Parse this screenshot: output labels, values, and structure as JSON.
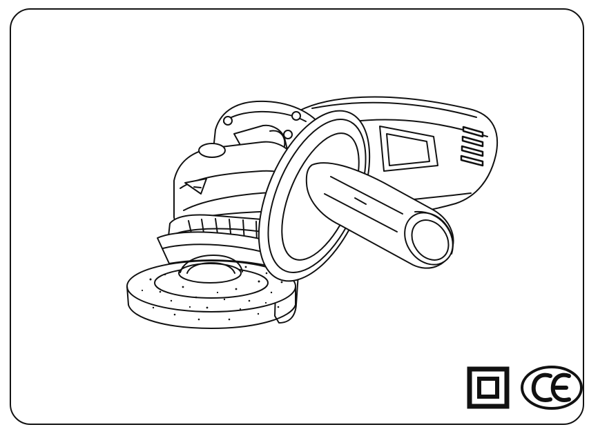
{
  "document": {
    "type": "product_manual_cover",
    "illustration": "angle-grinder",
    "marks": [
      {
        "name": "double-insulation-symbol",
        "label": ""
      },
      {
        "name": "ce-mark",
        "label": "CE"
      }
    ],
    "colors": {
      "ink": "#111111",
      "paper": "#ffffff"
    }
  }
}
